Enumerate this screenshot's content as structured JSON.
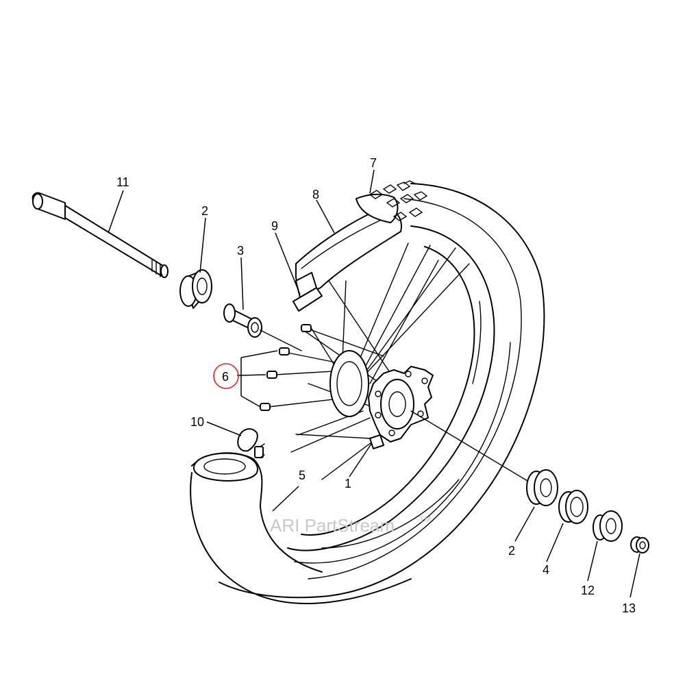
{
  "diagram": {
    "callouts": {
      "c1": "1",
      "c2a": "2",
      "c2b": "2",
      "c3": "3",
      "c4": "4",
      "c5": "5",
      "c6": "6",
      "c7": "7",
      "c8": "8",
      "c9": "9",
      "c10": "10",
      "c11": "11",
      "c12": "12",
      "c13": "13"
    },
    "highlighted_callout": "6",
    "highlight_color": "#d8232a",
    "watermark": "ARI PartStream",
    "watermark_tm": "TM"
  }
}
